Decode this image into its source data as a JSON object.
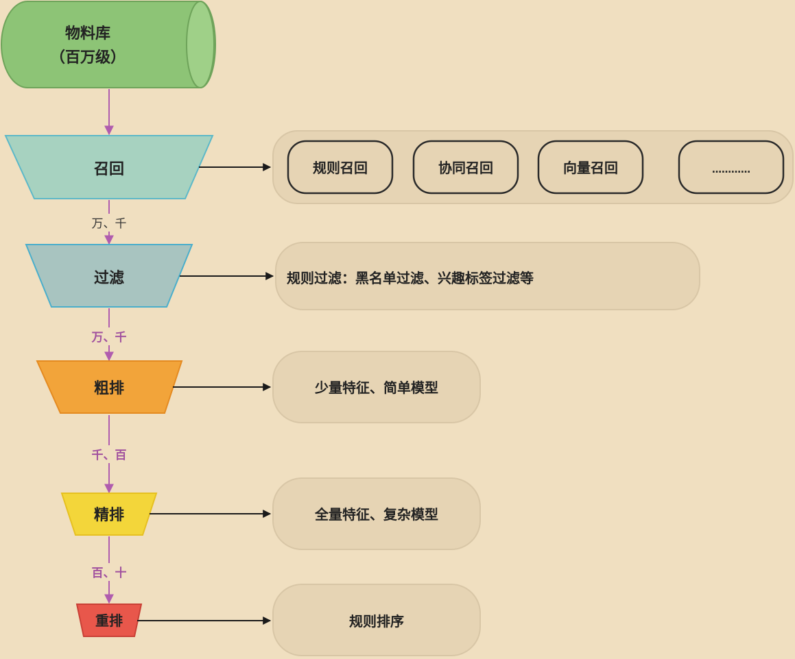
{
  "colors": {
    "background": "#f0dfc0",
    "flow_arrow": "#b05cae",
    "side_arrow": "#1a1a1a",
    "box_fill": "#e6d4b4",
    "box_stroke": "#d8c6a6",
    "database": "#8dc476",
    "recall": "#a7d2c0",
    "filter": "#a8c4c0",
    "coarse_rank": "#f2a43a",
    "fine_rank": "#f3d63a",
    "rerank": "#e8574b"
  },
  "database": {
    "line1": "物料库",
    "line2": "（百万级）"
  },
  "stages": {
    "recall": "召回",
    "filter": "过滤",
    "coarse_rank": "粗排",
    "fine_rank": "精排",
    "rerank": "重排"
  },
  "edges": {
    "recall_to_filter": "万、千",
    "filter_to_coarse": "万、千",
    "coarse_to_fine": "千、百",
    "fine_to_rerank": "百、十"
  },
  "recall_methods": [
    "规则召回",
    "协同召回",
    "向量召回",
    "…………"
  ],
  "filter_desc": "规则过滤：黑名单过滤、兴趣标签过滤等",
  "coarse_desc": "少量特征、简单模型",
  "fine_desc": "全量特征、复杂模型",
  "rerank_desc": "规则排序",
  "icons": {
    "database": "cylinder-shape",
    "stage": "inverted-trapezoid-shape",
    "arrow": "arrowhead"
  }
}
